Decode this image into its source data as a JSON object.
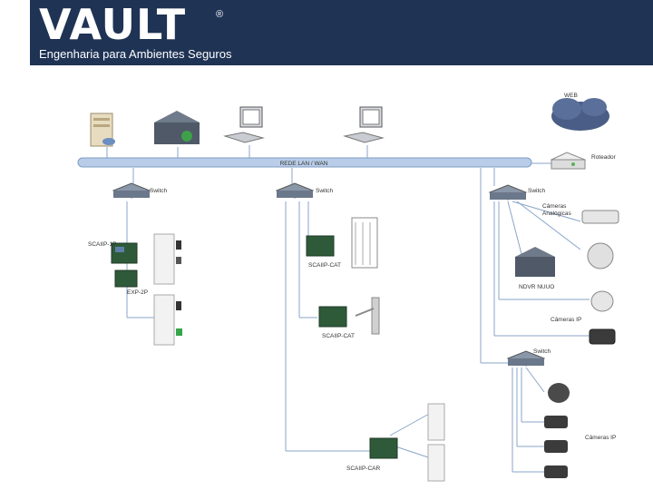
{
  "brand": {
    "logo": "VAULT",
    "registered": "®",
    "tagline": "Engenharia para Ambientes Seguros"
  },
  "diagram": {
    "network_bus": "REDE LAN / WAN",
    "web": "WEB",
    "router": "Roteador",
    "switch": "Switch",
    "scaiip_1p": "SCAIIP-1P",
    "exp_2p": "EXP-2P",
    "scaiip_cat_1": "SCAIIP-CAT",
    "scaiip_cat_2": "SCAIIP-CAT",
    "scaiip_car": "SCAIIP-CAR",
    "analog_cameras": [
      "Câmeras",
      "Analógicas"
    ],
    "ndvr": "NDVR NUUO",
    "ip_cameras_1": "Câmeras IP",
    "ip_cameras_2": "Câmeras IP"
  },
  "colors": {
    "banner": "#1f3354",
    "bus": "#b9cde8",
    "line": "#8aa6c8"
  }
}
